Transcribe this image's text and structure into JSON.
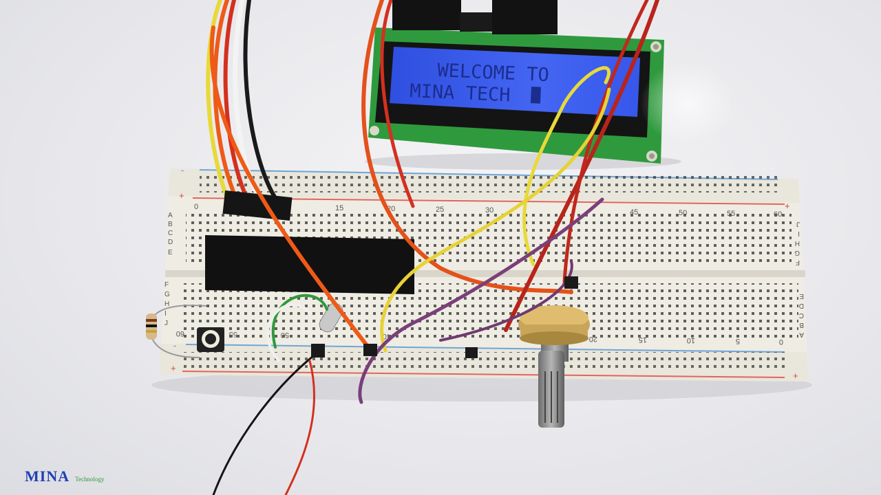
{
  "scene": {
    "lcd": {
      "line1": "WELCOME TO",
      "line2": "MINA TECH"
    },
    "breadboard": {
      "top_numbers": [
        "0",
        "15",
        "20",
        "25",
        "30",
        "45",
        "50",
        "55",
        "60"
      ],
      "bottom_numbers": [
        "60",
        "55",
        "50",
        "40",
        "20",
        "15",
        "10",
        "5",
        "0"
      ],
      "left_rows_top": [
        "A",
        "B",
        "C",
        "D",
        "E"
      ],
      "left_rows_bottom": [
        "F",
        "G",
        "H",
        "I",
        "J"
      ],
      "right_rows_top": [
        "J",
        "I",
        "H",
        "G",
        "F"
      ],
      "right_rows_bottom": [
        "E",
        "D",
        "C",
        "B",
        "A"
      ],
      "plus_sign": "+",
      "minus_sign": "-"
    },
    "colors": {
      "lcd_blue": "#3a5cf0",
      "pcb_green": "#2f9a3d",
      "wire_red": "#d4301f",
      "wire_orange": "#ee5a17",
      "wire_yellow": "#e8d93a",
      "wire_purple": "#7a3f7a",
      "breadboard": "#efece3"
    }
  },
  "watermark": {
    "main": "MINA",
    "sub": "Technology"
  }
}
